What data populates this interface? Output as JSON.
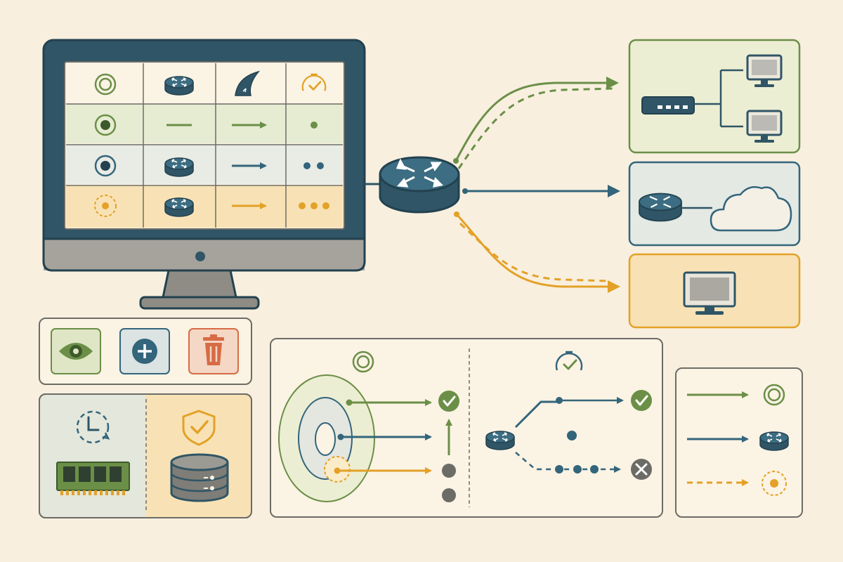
{
  "colors": {
    "background": "#f8efdf",
    "navy": "#2f5566",
    "teal": "#3c6d82",
    "green": "#6b8f47",
    "green_bg": "#e6ecd2",
    "blue": "#33657b",
    "blue_bg": "#e4e9e4",
    "orange": "#e3a127",
    "orange_bg": "#f8e2b5",
    "red": "#d76b45",
    "gray": "#6c6c66",
    "panel_border": "#7a7a72",
    "screen_bg": "#fbf3e4"
  },
  "monitor": {
    "table_rows": [
      {
        "row": "header",
        "icons": [
          "target-icon",
          "router-icon",
          "shark-fin-icon",
          "speedometer-check-icon"
        ]
      },
      {
        "row": "green",
        "icons": [
          "radio-dot-icon",
          "dash-icon",
          "arrow-right-icon",
          "single-dot-icon"
        ]
      },
      {
        "row": "blue",
        "icons": [
          "radio-dot-icon",
          "router-icon",
          "arrow-right-icon",
          "two-dots-icon"
        ]
      },
      {
        "row": "orange",
        "icons": [
          "dashed-target-icon",
          "router-icon",
          "arrow-right-icon",
          "three-dots-icon"
        ]
      }
    ]
  },
  "network": {
    "center": "router-icon",
    "destinations": [
      {
        "id": "lan",
        "icons": [
          "switch-icon",
          "monitor-icon",
          "monitor-icon"
        ],
        "color": "green",
        "line": "solid-and-dashed"
      },
      {
        "id": "cloud",
        "icons": [
          "router-icon",
          "cloud-icon"
        ],
        "color": "blue",
        "line": "solid"
      },
      {
        "id": "desktop",
        "icons": [
          "monitor-icon"
        ],
        "color": "orange",
        "line": "dashed"
      }
    ]
  },
  "action_buttons": [
    {
      "id": "view",
      "icon": "eye-icon",
      "color": "green"
    },
    {
      "id": "add",
      "icon": "plus-icon",
      "color": "blue"
    },
    {
      "id": "delete",
      "icon": "trash-icon",
      "color": "red"
    }
  ],
  "resources": [
    {
      "id": "memory",
      "icons": [
        "timer-refresh-icon",
        "ram-module-icon"
      ]
    },
    {
      "id": "storage",
      "icons": [
        "shield-check-icon",
        "database-icon"
      ]
    }
  ],
  "flow_panel": {
    "left": {
      "header_icon": "target-icon",
      "results": [
        "check-icon",
        "pending-dot-icon",
        "pending-dot-icon"
      ]
    },
    "right": {
      "header_icon": "speedometer-check-icon",
      "results": [
        "check-icon",
        "pending-dot-icon",
        "x-icon"
      ]
    }
  },
  "legend": [
    {
      "line": "solid",
      "color": "green",
      "icon": "target-icon"
    },
    {
      "line": "solid",
      "color": "blue",
      "icon": "router-icon"
    },
    {
      "line": "dashed",
      "color": "orange",
      "icon": "dashed-target-icon"
    }
  ]
}
